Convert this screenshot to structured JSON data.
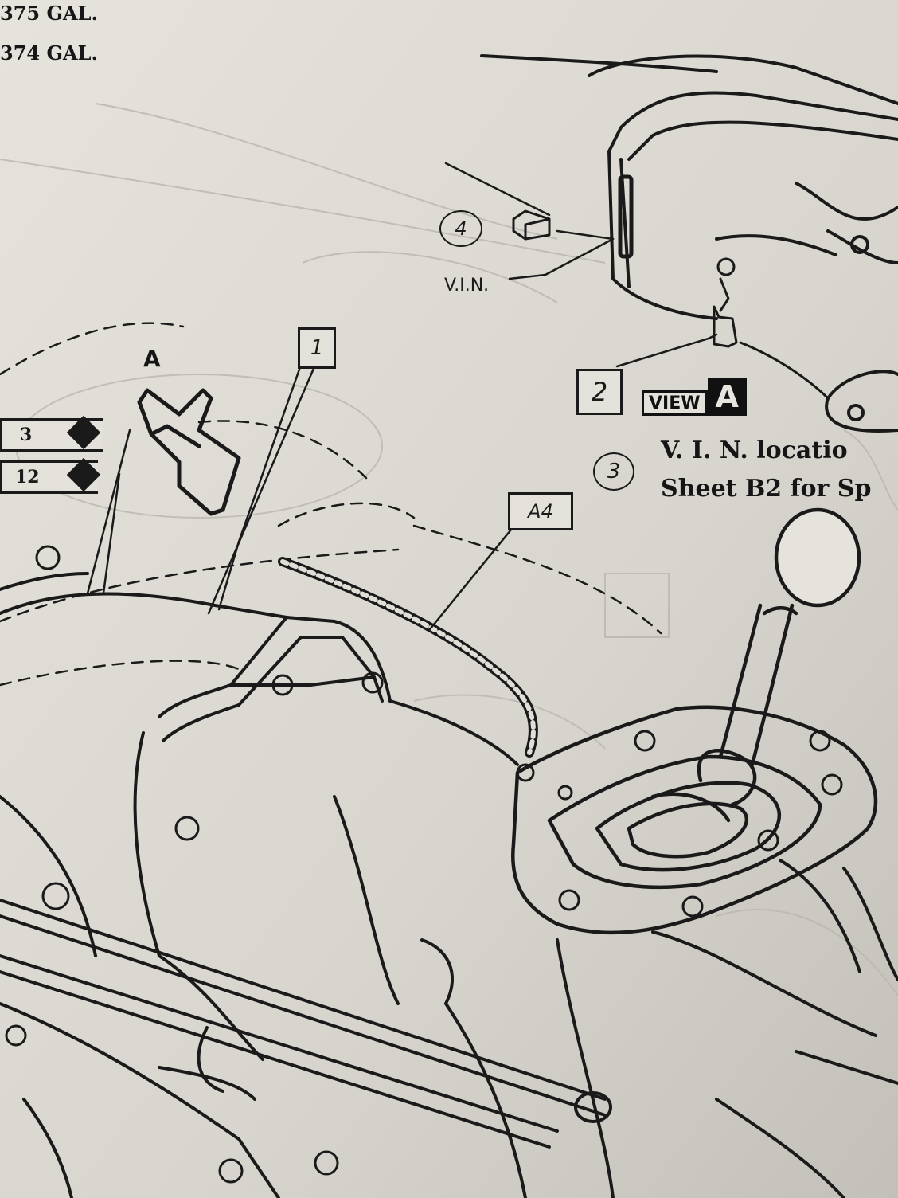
{
  "header": {
    "line1": "375 GAL.",
    "line2": "374 GAL."
  },
  "callouts": {
    "box_1": "1",
    "box_2": "2",
    "box_a4": "A4",
    "circle_4": "4",
    "circle_3": "3",
    "vin_label": "V.I.N.",
    "view_letter": "A"
  },
  "tags": {
    "tag_3": "3",
    "tag_12": "12"
  },
  "view_badge": {
    "word": "VIEW",
    "letter": "A"
  },
  "note": {
    "line1": "V. I. N. locatio",
    "line2": "Sheet B2 for Sp"
  },
  "colors": {
    "paper": "#d9d6cf",
    "ink": "#161616"
  }
}
